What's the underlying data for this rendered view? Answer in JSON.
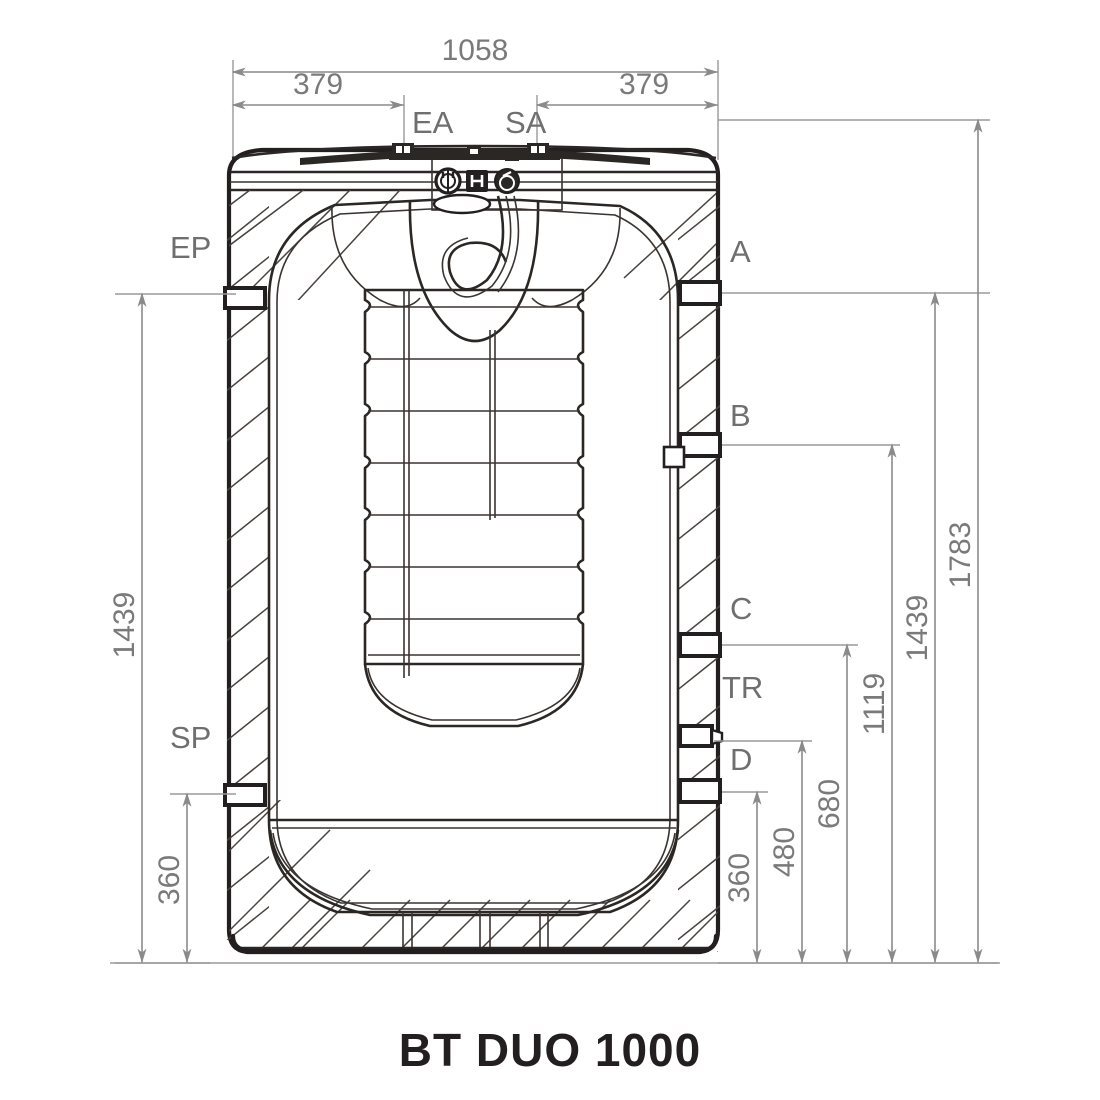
{
  "title": "BT DUO 1000",
  "drawing": {
    "type": "technical-dimension-drawing",
    "subject": "buffer tank cross-section",
    "units": "mm"
  },
  "dimensions": {
    "top": {
      "overall_width": "1058",
      "left_offset": "379",
      "right_offset": "379"
    },
    "left": [
      {
        "label": "1439",
        "value": 1439
      },
      {
        "label": "360",
        "value": 360
      }
    ],
    "right": [
      {
        "label": "360",
        "value": 360
      },
      {
        "label": "480",
        "value": 480
      },
      {
        "label": "680",
        "value": 680
      },
      {
        "label": "1119",
        "value": 1119
      },
      {
        "label": "1439",
        "value": 1439
      },
      {
        "label": "1783",
        "value": 1783
      }
    ]
  },
  "port_labels": {
    "top": [
      {
        "name": "EA",
        "label": "EA"
      },
      {
        "name": "SA",
        "label": "SA"
      }
    ],
    "left": [
      {
        "name": "EP",
        "label": "EP"
      },
      {
        "name": "SP",
        "label": "SP"
      }
    ],
    "right": [
      {
        "name": "A",
        "label": "A"
      },
      {
        "name": "B",
        "label": "B"
      },
      {
        "name": "C",
        "label": "C"
      },
      {
        "name": "TR",
        "label": "TR"
      },
      {
        "name": "D",
        "label": "D"
      }
    ]
  },
  "control_panel": {
    "icons": [
      "gauge-icon",
      "h-button-icon",
      "dial-icon"
    ]
  },
  "colors": {
    "line": "#231f20",
    "dimension": "#8a8a8a",
    "dimension_text": "#7a7a7a",
    "title": "#231f20",
    "background": "#ffffff"
  }
}
